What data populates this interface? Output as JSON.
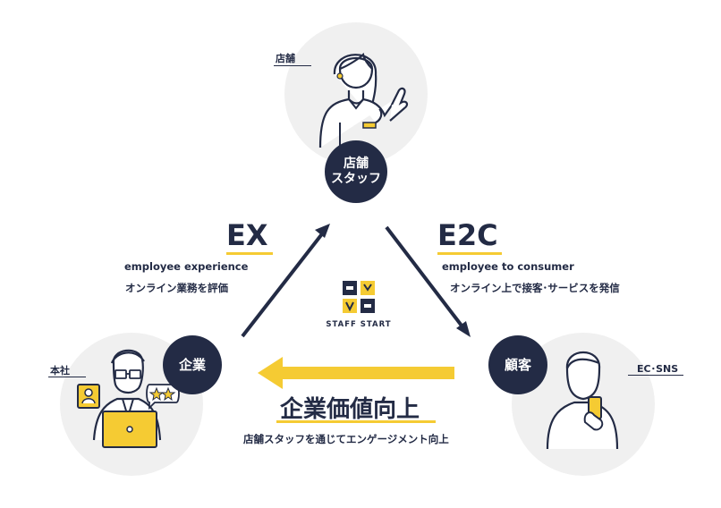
{
  "store": {
    "tag": "店舗",
    "badge_line1": "店舗",
    "badge_line2": "スタッフ"
  },
  "company": {
    "tag": "本社",
    "badge": "企業"
  },
  "customer": {
    "tag": "EC･SNS",
    "badge": "顧客"
  },
  "ex": {
    "title": "EX",
    "subtitle": "employee experience",
    "description": "オンライン業務を評価"
  },
  "e2c": {
    "title": "E2C",
    "subtitle": "employee to consumer",
    "description": "オンライン上で接客･サービスを発信"
  },
  "logo": {
    "text": "STAFF START"
  },
  "value": {
    "title": "企業価値向上",
    "description": "店舗スタッフを通じてエンゲージメント向上"
  },
  "colors": {
    "navy": "#232b45",
    "yellow": "#f5cb33",
    "circle_bg": "#f0f0f0"
  }
}
